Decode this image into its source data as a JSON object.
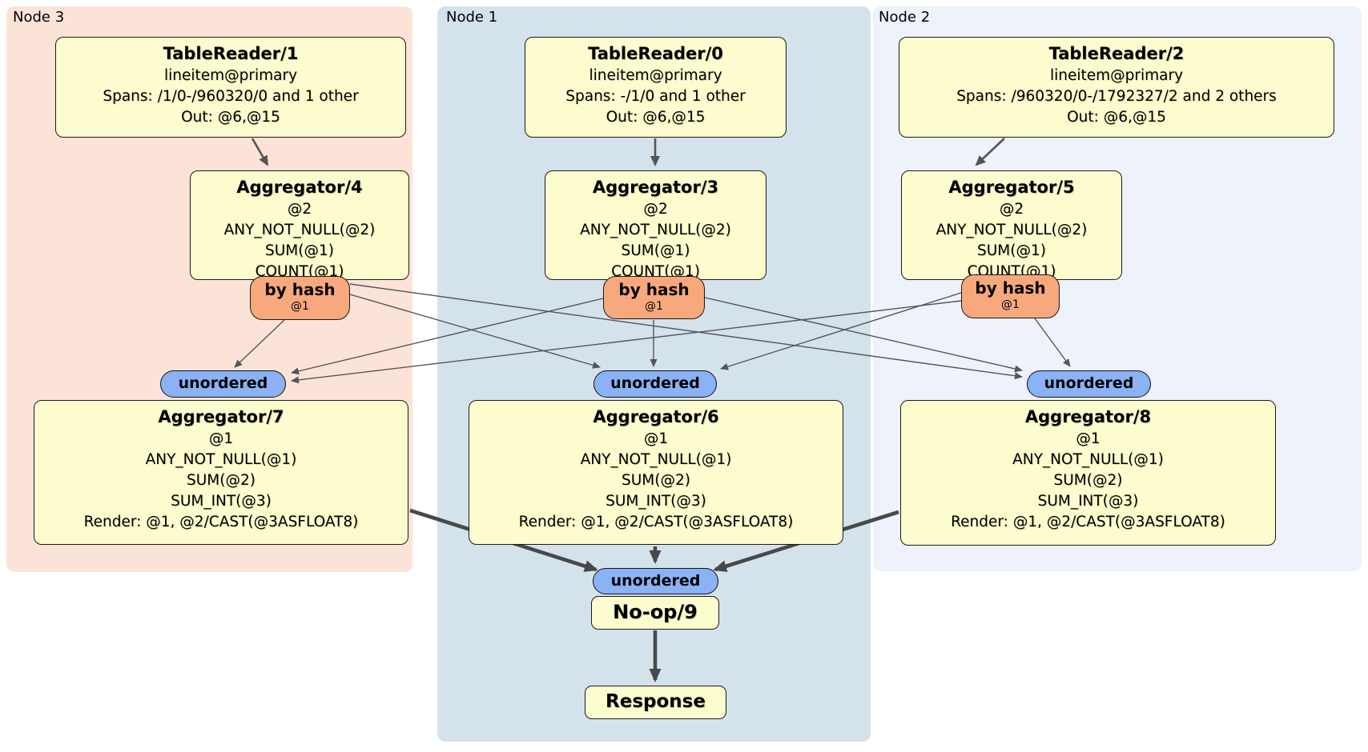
{
  "diagram_type": "distributed-sql-plan",
  "colors": {
    "node3_region": "#fce3d7",
    "node1_region": "#d4e2eb",
    "node2_region": "#eef2fa",
    "processor_box": "#fdfcce",
    "router_box": "#f7a87c",
    "synchronizer_oval": "#8ab2f4",
    "edge_thin": "#555555",
    "edge_thick": "#484848"
  },
  "region_labels": {
    "node3": "Node 3",
    "node1": "Node 1",
    "node2": "Node 2"
  },
  "processors": {
    "tr1": {
      "title": "TableReader/1",
      "lines": [
        "lineitem@primary",
        "Spans: /1/0-/960320/0 and 1 other",
        "Out: @6,@15"
      ]
    },
    "tr0": {
      "title": "TableReader/0",
      "lines": [
        "lineitem@primary",
        "Spans: -/1/0 and 1 other",
        "Out: @6,@15"
      ]
    },
    "tr2": {
      "title": "TableReader/2",
      "lines": [
        "lineitem@primary",
        "Spans: /960320/0-/1792327/2 and 2 others",
        "Out: @6,@15"
      ]
    },
    "agg4": {
      "title": "Aggregator/4",
      "lines": [
        "@2",
        "ANY_NOT_NULL(@2)",
        "SUM(@1)",
        "COUNT(@1)"
      ]
    },
    "agg3": {
      "title": "Aggregator/3",
      "lines": [
        "@2",
        "ANY_NOT_NULL(@2)",
        "SUM(@1)",
        "COUNT(@1)"
      ]
    },
    "agg5": {
      "title": "Aggregator/5",
      "lines": [
        "@2",
        "ANY_NOT_NULL(@2)",
        "SUM(@1)",
        "COUNT(@1)"
      ]
    },
    "agg7": {
      "title": "Aggregator/7",
      "lines": [
        "@1",
        "ANY_NOT_NULL(@1)",
        "SUM(@2)",
        "SUM_INT(@3)",
        "Render: @1, @2/CAST(@3ASFLOAT8)"
      ]
    },
    "agg6": {
      "title": "Aggregator/6",
      "lines": [
        "@1",
        "ANY_NOT_NULL(@1)",
        "SUM(@2)",
        "SUM_INT(@3)",
        "Render: @1, @2/CAST(@3ASFLOAT8)"
      ]
    },
    "agg8": {
      "title": "Aggregator/8",
      "lines": [
        "@1",
        "ANY_NOT_NULL(@1)",
        "SUM(@2)",
        "SUM_INT(@3)",
        "Render: @1, @2/CAST(@3ASFLOAT8)"
      ]
    },
    "noop": {
      "title": "No-op/9"
    },
    "response": {
      "title": "Response"
    }
  },
  "routers": {
    "node3": {
      "label": "by hash",
      "detail": "@1"
    },
    "node1": {
      "label": "by hash",
      "detail": "@1"
    },
    "node2": {
      "label": "by hash",
      "detail": "@1"
    }
  },
  "synchronizers": {
    "node3": {
      "label": "unordered"
    },
    "node1": {
      "label": "unordered"
    },
    "node2": {
      "label": "unordered"
    },
    "final": {
      "label": "unordered"
    }
  }
}
